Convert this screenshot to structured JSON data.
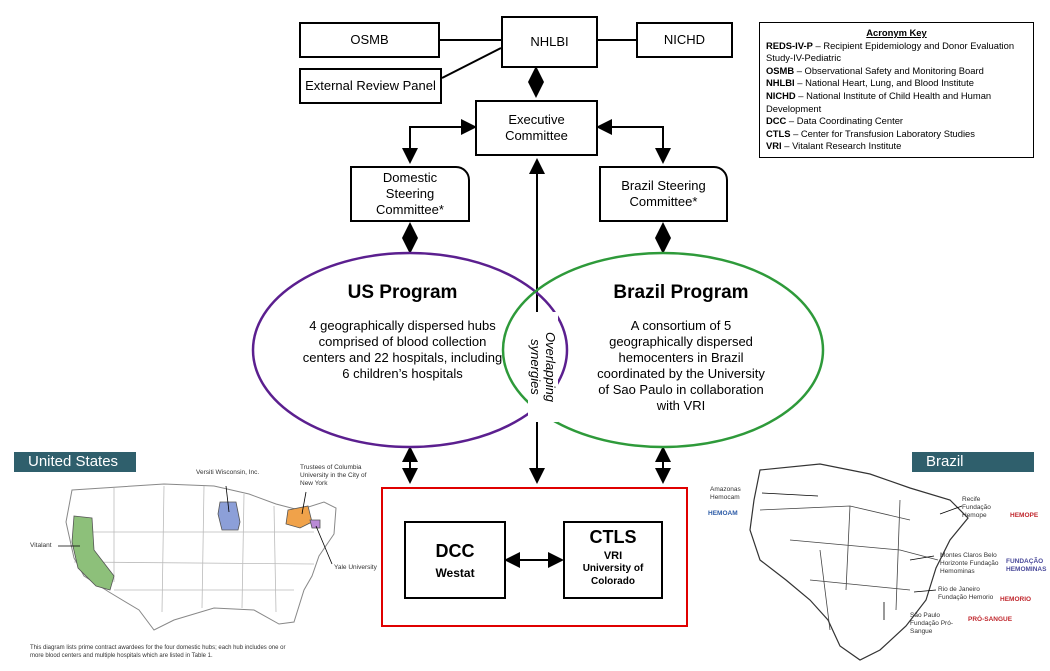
{
  "boxes": {
    "osmb": "OSMB",
    "nhlbi": "NHLBI",
    "nichd": "NICHD",
    "external_review": "External Review Panel",
    "executive": "Executive Committee",
    "domestic_steering": "Domestic Steering Committee*",
    "brazil_steering": "Brazil Steering Committee*"
  },
  "acronym_key": {
    "title": "Acronym Key",
    "items": [
      {
        "abbr": "REDS-IV-P",
        "text": "– Recipient Epidemiology and Donor Evaluation Study-IV-Pediatric"
      },
      {
        "abbr": "OSMB",
        "text": "– Observational Safety and Monitoring Board"
      },
      {
        "abbr": "NHLBI",
        "text": "– National Heart, Lung, and Blood Institute"
      },
      {
        "abbr": "NICHD",
        "text": "– National Institute of Child Health and Human Development"
      },
      {
        "abbr": "DCC",
        "text": "– Data Coordinating Center"
      },
      {
        "abbr": "CTLS",
        "text": "– Center for Transfusion Laboratory Studies"
      },
      {
        "abbr": "VRI",
        "text": "– Vitalant Research Institute"
      }
    ]
  },
  "us_program": {
    "title": "US Program",
    "body": "4 geographically dispersed hubs comprised of blood collection centers and 22 hospitals, including 6 children’s hospitals"
  },
  "brazil_program": {
    "title": "Brazil Program",
    "body": "A consortium of 5 geographically dispersed hemocenters in Brazil coordinated by the University of Sao Paulo in collaboration with VRI"
  },
  "overlap_label": "Overlapping synergies",
  "dcc": {
    "title": "DCC",
    "sub": "Westat"
  },
  "ctls": {
    "title": "CTLS",
    "sub1": "VRI",
    "sub2": "University of Colorado"
  },
  "us_map": {
    "banner": "United States",
    "labels": {
      "versiti": "Versiti Wisconsin, Inc.",
      "columbia": "Trustees of Columbia University in the City of New York",
      "vitalant": "Vitalant",
      "yale": "Yale University"
    },
    "footnote": "This diagram lists prime contract awardees for the four domestic hubs; each hub includes one or more blood centers and multiple hospitals which are listed in Table 1."
  },
  "brazil_map": {
    "banner": "Brazil",
    "labels": {
      "amazonas": "Amazonas Hemocam",
      "hemoam": "HEMOAM",
      "recife": "Recife Fundação Hemope",
      "hemope": "HEMOPE",
      "montes": "Montes Claros Belo Horizonte Fundação Hemominas",
      "hemominas": "FUNDAÇÃO HEMOMINAS",
      "rio": "Rio de Janeiro Fundação Hemorio",
      "hemorio": "HEMORIO",
      "saopaulo": "São Paulo Fundação Pró-Sangue",
      "prosangue": "PRÓ-SANGUE"
    }
  },
  "colors": {
    "us_oval": "#5b1f8f",
    "brazil_oval": "#2e9a3a",
    "frame": "#e00000",
    "banner": "#2f5f6c",
    "california": "#8dc07a",
    "wisconsin": "#8c9fd8",
    "newyork": "#f0a24a",
    "connecticut": "#b98ad6"
  }
}
